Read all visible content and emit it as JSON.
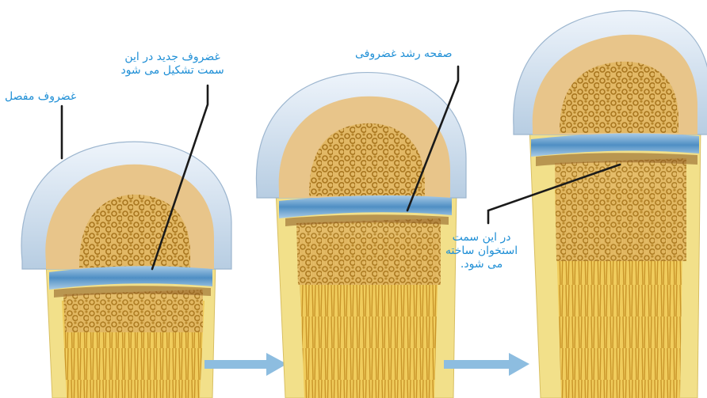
{
  "labels": {
    "articular_cartilage": "غضروف مفصل",
    "new_cartilage_line1": "غضروف جدید در این",
    "new_cartilage_line2": "سمت تشکیل می شود",
    "growth_plate": "صفحه رشد غضروفی",
    "bone_line1": "در این سمت",
    "bone_line2": "استخوان ساخته",
    "bone_line3": "می شود."
  },
  "colors": {
    "label_text": "#1f8fd6",
    "cap_cartilage": "#cfe0ef",
    "growth_plate": "#5f9fd0",
    "spongy_bone": "#c99a3c",
    "bone_fill": "#e8c58a",
    "cortex": "#f2e08a",
    "arrow": "#8dbde0",
    "leader_line": "#1a1a1a"
  },
  "stages": [
    "stage-1",
    "stage-2",
    "stage-3"
  ],
  "arrows": [
    "arrow-1",
    "arrow-2"
  ]
}
